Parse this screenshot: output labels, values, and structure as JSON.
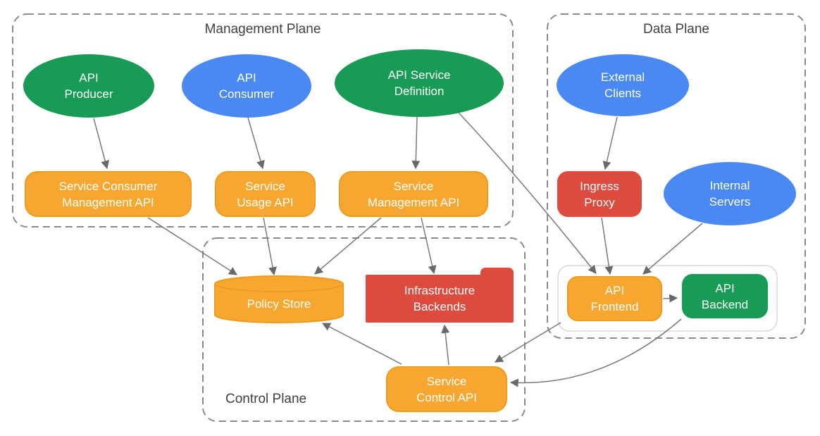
{
  "planes": {
    "management": {
      "title": "Management Plane"
    },
    "data_plane": {
      "title": "Data Plane"
    },
    "control": {
      "title": "Control Plane"
    }
  },
  "nodes": {
    "api_producer": {
      "label": "API\nProducer",
      "shape": "ellipse",
      "color": "green"
    },
    "api_consumer": {
      "label": "API\nConsumer",
      "shape": "ellipse",
      "color": "blue"
    },
    "api_service_definition": {
      "label": "API Service\nDefinition",
      "shape": "ellipse",
      "color": "green"
    },
    "service_consumer_management_api": {
      "label": "Service Consumer\nManagement API",
      "shape": "rounded-rect",
      "color": "orange"
    },
    "service_usage_api": {
      "label": "Service\nUsage API",
      "shape": "rounded-rect",
      "color": "orange"
    },
    "service_management_api": {
      "label": "Service\nManagement API",
      "shape": "rounded-rect",
      "color": "orange"
    },
    "external_clients": {
      "label": "External\nClients",
      "shape": "ellipse",
      "color": "blue"
    },
    "ingress_proxy": {
      "label": "Ingress\nProxy",
      "shape": "rounded-rect",
      "color": "red"
    },
    "internal_servers": {
      "label": "Internal\nServers",
      "shape": "ellipse",
      "color": "blue"
    },
    "api_frontend": {
      "label": "API\nFrontend",
      "shape": "rounded-rect",
      "color": "orange"
    },
    "api_backend": {
      "label": "API\nBackend",
      "shape": "rounded-rect",
      "color": "green"
    },
    "policy_store": {
      "label": "Policy Store",
      "shape": "cylinder",
      "color": "orange"
    },
    "infrastructure_backends": {
      "label": "Infrastructure\nBackends",
      "shape": "folder",
      "color": "red"
    },
    "service_control_api": {
      "label": "Service\nControl API",
      "shape": "rounded-rect",
      "color": "orange"
    }
  },
  "edges": [
    {
      "from": "api_producer",
      "to": "service_consumer_management_api"
    },
    {
      "from": "api_consumer",
      "to": "service_usage_api"
    },
    {
      "from": "api_service_definition",
      "to": "service_management_api"
    },
    {
      "from": "api_service_definition",
      "to": "api_frontend"
    },
    {
      "from": "service_consumer_management_api",
      "to": "policy_store"
    },
    {
      "from": "service_usage_api",
      "to": "policy_store"
    },
    {
      "from": "service_management_api",
      "to": "policy_store"
    },
    {
      "from": "service_management_api",
      "to": "infrastructure_backends"
    },
    {
      "from": "external_clients",
      "to": "ingress_proxy"
    },
    {
      "from": "ingress_proxy",
      "to": "api_frontend"
    },
    {
      "from": "internal_servers",
      "to": "api_frontend"
    },
    {
      "from": "api_frontend",
      "to": "api_backend"
    },
    {
      "from": "api_frontend",
      "to": "service_control_api"
    },
    {
      "from": "api_backend",
      "to": "service_control_api"
    },
    {
      "from": "service_control_api",
      "to": "infrastructure_backends"
    },
    {
      "from": "service_control_api",
      "to": "policy_store"
    }
  ],
  "colors": {
    "green": "#189B55",
    "blue": "#4A88F2",
    "orange": "#F7A72F",
    "orange_border": "#EE9B1F",
    "red": "#DC4B3E",
    "line": "#7A7A7A",
    "dashed_border": "#8A8A8A",
    "title_text": "#3F4245"
  }
}
